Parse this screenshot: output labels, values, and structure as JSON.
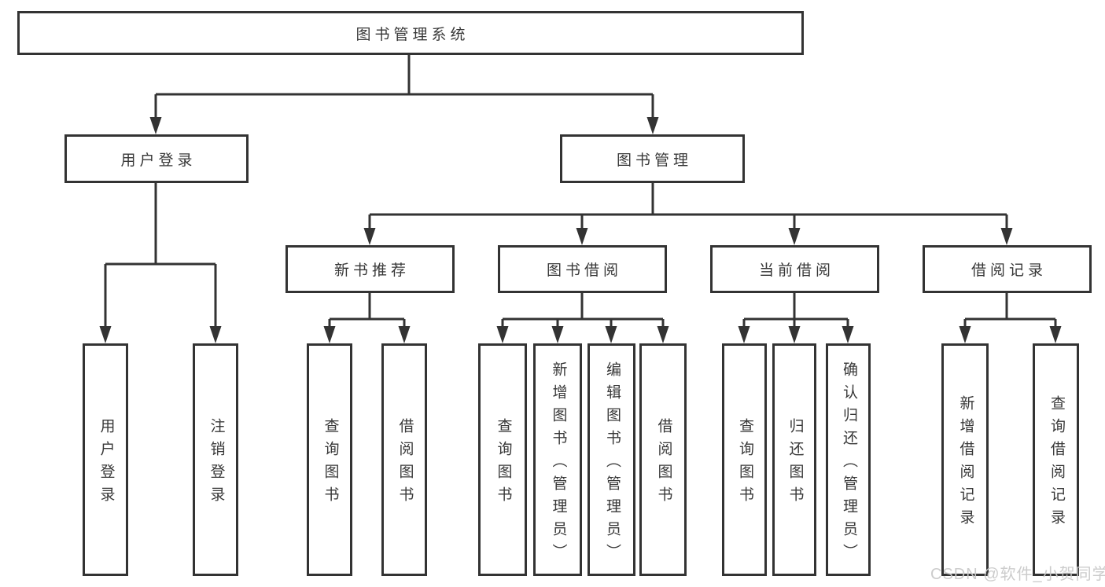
{
  "nodes": {
    "root": "图书管理系统",
    "l2": [
      "用户登录",
      "图书管理"
    ],
    "l3": [
      "新书推荐",
      "图书借阅",
      "当前借阅",
      "借阅记录"
    ],
    "leaves_user_login": [
      "用户登录",
      "注销登录"
    ],
    "leaves_new_book": [
      "查询图书",
      "借阅图书"
    ],
    "leaves_book_borrow": [
      "查询图书",
      "新增图书（管理员）",
      "编辑图书（管理员）",
      "借阅图书"
    ],
    "leaves_current_borrow": [
      "查询图书",
      "归还图书",
      "确认归还（管理员）"
    ],
    "leaves_borrow_records": [
      "新增借阅记录",
      "查询借阅记录"
    ]
  },
  "watermark": "CSDN @软件_小贺同学",
  "colors": {
    "line": "#333333",
    "box_border": "#333333",
    "text": "#383838",
    "watermark": "#c9c9c9",
    "background": "#ffffff"
  }
}
